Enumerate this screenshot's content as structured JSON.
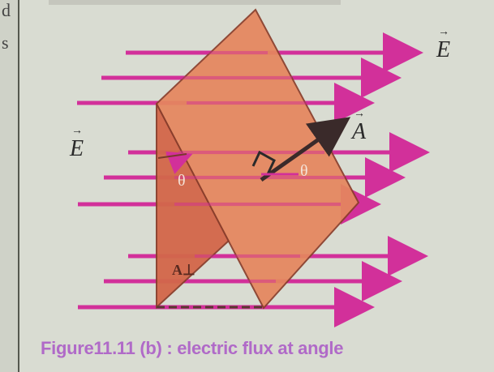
{
  "margin_letters": [
    "d",
    "s"
  ],
  "labels": {
    "field_left": "E",
    "field_right": "E",
    "area_vector": "A",
    "theta_left": "θ",
    "theta_right": "θ",
    "area_symbol": "A⊥"
  },
  "caption": "Figure11.11 (b) : electric flux at angle",
  "colors": {
    "field_line": "#d2309a",
    "surface_front": "#e5875e",
    "surface_back": "#d3674a",
    "caption": "#b06ac8"
  }
}
